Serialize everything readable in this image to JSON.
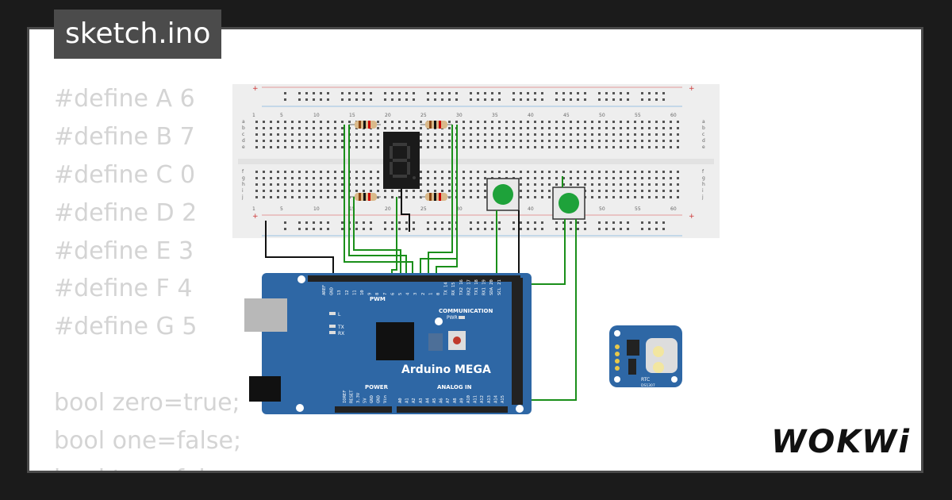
{
  "header": {
    "filename": "sketch.ino"
  },
  "code_lines": [
    "#define A 6",
    "#define B 7",
    "#define C 0",
    "#define D 2",
    "#define E 3",
    "#define F 4",
    "#define G 5",
    "",
    "bool zero=true;",
    "bool one=false;",
    "bool two=false;"
  ],
  "breadboard": {
    "column_numbers": [
      "1",
      "5",
      "10",
      "15",
      "20",
      "25",
      "30",
      "35",
      "40",
      "45",
      "50",
      "55",
      "60"
    ],
    "row_letters_top": [
      "a",
      "b",
      "c",
      "d",
      "e"
    ],
    "row_letters_bottom": [
      "f",
      "g",
      "h",
      "i",
      "j"
    ],
    "plus": "+"
  },
  "arduino": {
    "board_name": "Arduino MEGA",
    "pwm_label": "PWM",
    "communication_label": "COMMUNICATION",
    "power_label": "POWER",
    "analog_label": "ANALOG IN",
    "pwr_label": "PWR",
    "led_l": "L",
    "led_tx": "TX",
    "led_rx": "RX",
    "top_pins": [
      "AREF",
      "GND",
      "13",
      "12",
      "11",
      "10",
      "9",
      "8",
      "7",
      "6",
      "5",
      "4",
      "3",
      "2",
      "1",
      "0",
      "TX 14",
      "RX 15",
      "TX2 16",
      "RX2 17",
      "TX1 18",
      "RX1 19",
      "SDA 20",
      "SCL 21"
    ],
    "power_pins": [
      "IOREF",
      "RESET",
      "3.3V",
      "5V",
      "GND",
      "GND",
      "Vin"
    ],
    "analog_pins": [
      "A0",
      "A1",
      "A2",
      "A3",
      "A4",
      "A5",
      "A6",
      "A7",
      "A8",
      "A9",
      "A10",
      "A11",
      "A12",
      "A13",
      "A14",
      "A15"
    ]
  },
  "rtc": {
    "label": "RTC",
    "chip": "DS1307"
  },
  "logo": "WOKWi",
  "colors": {
    "board": "#2e67a5",
    "wire_green": "#1a8f1a",
    "wire_black": "#111111",
    "button": "#1ea23a",
    "code_text": "#d4d4d4",
    "header_bg": "#4b4b4b"
  }
}
